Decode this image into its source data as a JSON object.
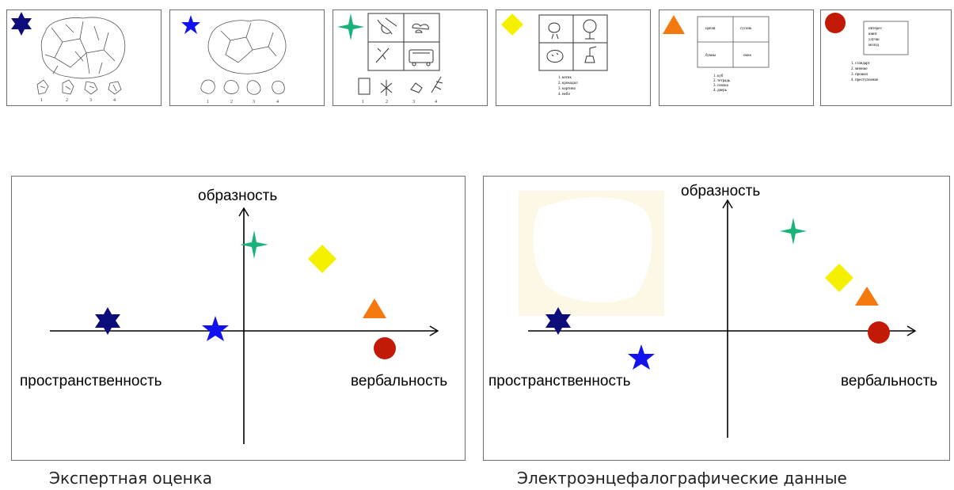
{
  "colors": {
    "navy_star": "#0c0c7a",
    "blue_star": "#1212f0",
    "green_star": "#19b37a",
    "yellow_diamond": "#f5f000",
    "orange_triangle": "#f47a10",
    "red_circle": "#c21a06"
  },
  "thumbnails": [
    {
      "marker": "star6-navy-icon",
      "option_numbers": [
        "1",
        "2",
        "3",
        "4"
      ]
    },
    {
      "marker": "star5-blue-icon",
      "option_numbers": [
        "1",
        "2",
        "3",
        "4"
      ]
    },
    {
      "marker": "star4-green-icon",
      "option_numbers": [
        "1",
        "2",
        "3",
        "4"
      ]
    },
    {
      "marker": "diamond-yellow-icon",
      "list": [
        "1. котик",
        "2. крокодил",
        "3. картина",
        "4. небо"
      ]
    },
    {
      "marker": "triangle-orange-icon",
      "grid": [
        "цапля",
        "суслик",
        "буквы",
        "окно"
      ],
      "list": [
        "1. куб",
        "2. тетрадь",
        "3. сеялка",
        "4. дверь"
      ]
    },
    {
      "marker": "circle-red-icon",
      "box_lines": [
        "интерес",
        "ювит",
        "улучш",
        "молод"
      ],
      "list": [
        "1. стандарт",
        "2. мнение",
        "3. прошел",
        "4. преступление"
      ]
    }
  ],
  "panels": [
    {
      "axis_y": "образность",
      "axis_x_left": "пространственность",
      "axis_x_right": "вербальность",
      "caption": "Экспертная оценка"
    },
    {
      "axis_y": "образность",
      "axis_x_left": "пространственность",
      "axis_x_right": "вербальность",
      "caption": "Электроэнцефалографические  данные"
    }
  ]
}
